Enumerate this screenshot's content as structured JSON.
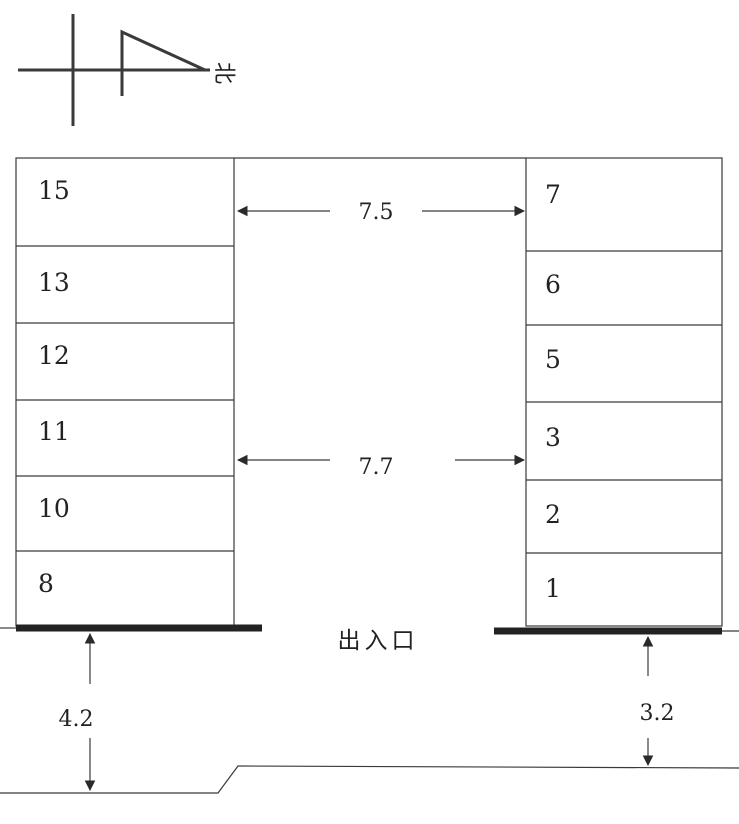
{
  "compass": {
    "label": "北"
  },
  "left_column": {
    "slots": [
      "15",
      "13",
      "12",
      "11",
      "10",
      "8"
    ]
  },
  "right_column": {
    "slots": [
      "7",
      "6",
      "5",
      "3",
      "2",
      "1"
    ]
  },
  "dimensions": {
    "aisle_top": "7.5",
    "aisle_mid": "7.7",
    "left_setback": "4.2",
    "right_setback": "3.2"
  },
  "entrance": {
    "label": "出入口"
  }
}
